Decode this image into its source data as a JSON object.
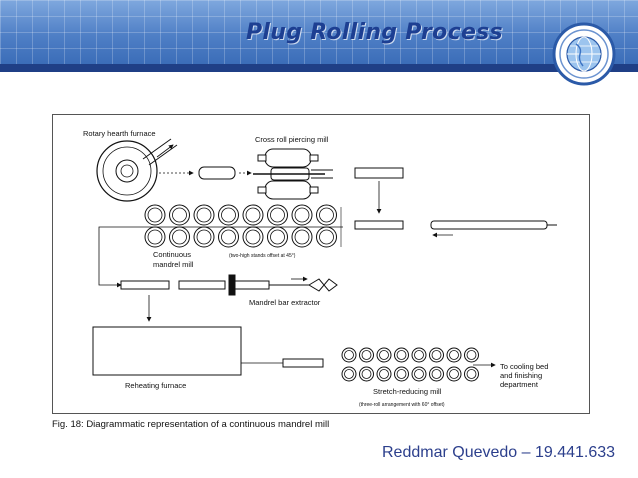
{
  "slide": {
    "title": "Plug Rolling Process",
    "caption": "Fig. 18:  Diagrammatic representation of a continuous mandrel mill",
    "author": "Reddmar Quevedo – 19.441.633"
  },
  "diagram": {
    "labels": {
      "furnace": "Rotary hearth furnace",
      "piercing": "Cross roll piercing mill",
      "continuous_1": "Continuous",
      "continuous_2": "mandrel mill",
      "two_high": "(two-high stands offset at 45°)",
      "extractor": "Mandrel bar extractor",
      "reheating": "Reheating furnace",
      "stretch": "Stretch-reducing mill",
      "three_roll": "(three-roll arrangement with 60° offset)",
      "cooling_1": "To cooling bed",
      "cooling_2": "and finishing",
      "cooling_3": "department"
    }
  },
  "colors": {
    "header_top": "#7fa8de",
    "header_bottom": "#3b6db8",
    "stripe": "#1f3f86",
    "title": "#1d3f92",
    "author": "#2c3f8c"
  },
  "icons": {
    "logo": "globe-icon"
  }
}
